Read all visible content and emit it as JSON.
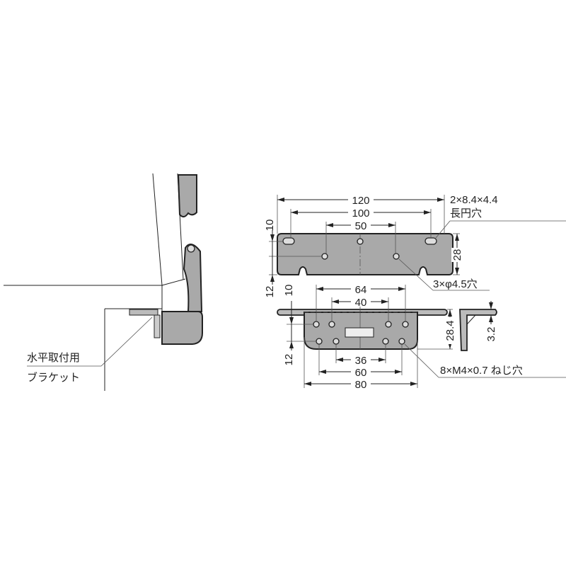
{
  "left_view": {
    "callout_line1": "水平取付用",
    "callout_line2": "ブラケット"
  },
  "top_bracket": {
    "dim_overall": "120",
    "dim_slot_pitch": "100",
    "dim_hole_pitch": "50",
    "dim_height": "28",
    "dim_left_top": "10",
    "dim_left_bottom": "12",
    "slot_callout_line1": "2×8.4×4.4",
    "slot_callout_line2": "長円穴",
    "hole_callout": "3×φ4.5穴"
  },
  "bottom_bracket": {
    "dim_outer_top": "64",
    "dim_inner_top": "40",
    "dim_inner_bottom": "36",
    "dim_outer_bottom": "60",
    "dim_body_width": "80",
    "dim_height": "28.4",
    "dim_thickness": "3.2",
    "dim_left_top": "10",
    "dim_left_bottom": "12",
    "thread_callout": "8×M4×0.7 ねじ穴"
  },
  "colors": {
    "part_fill": "#a9a9a9",
    "line": "#222222"
  }
}
